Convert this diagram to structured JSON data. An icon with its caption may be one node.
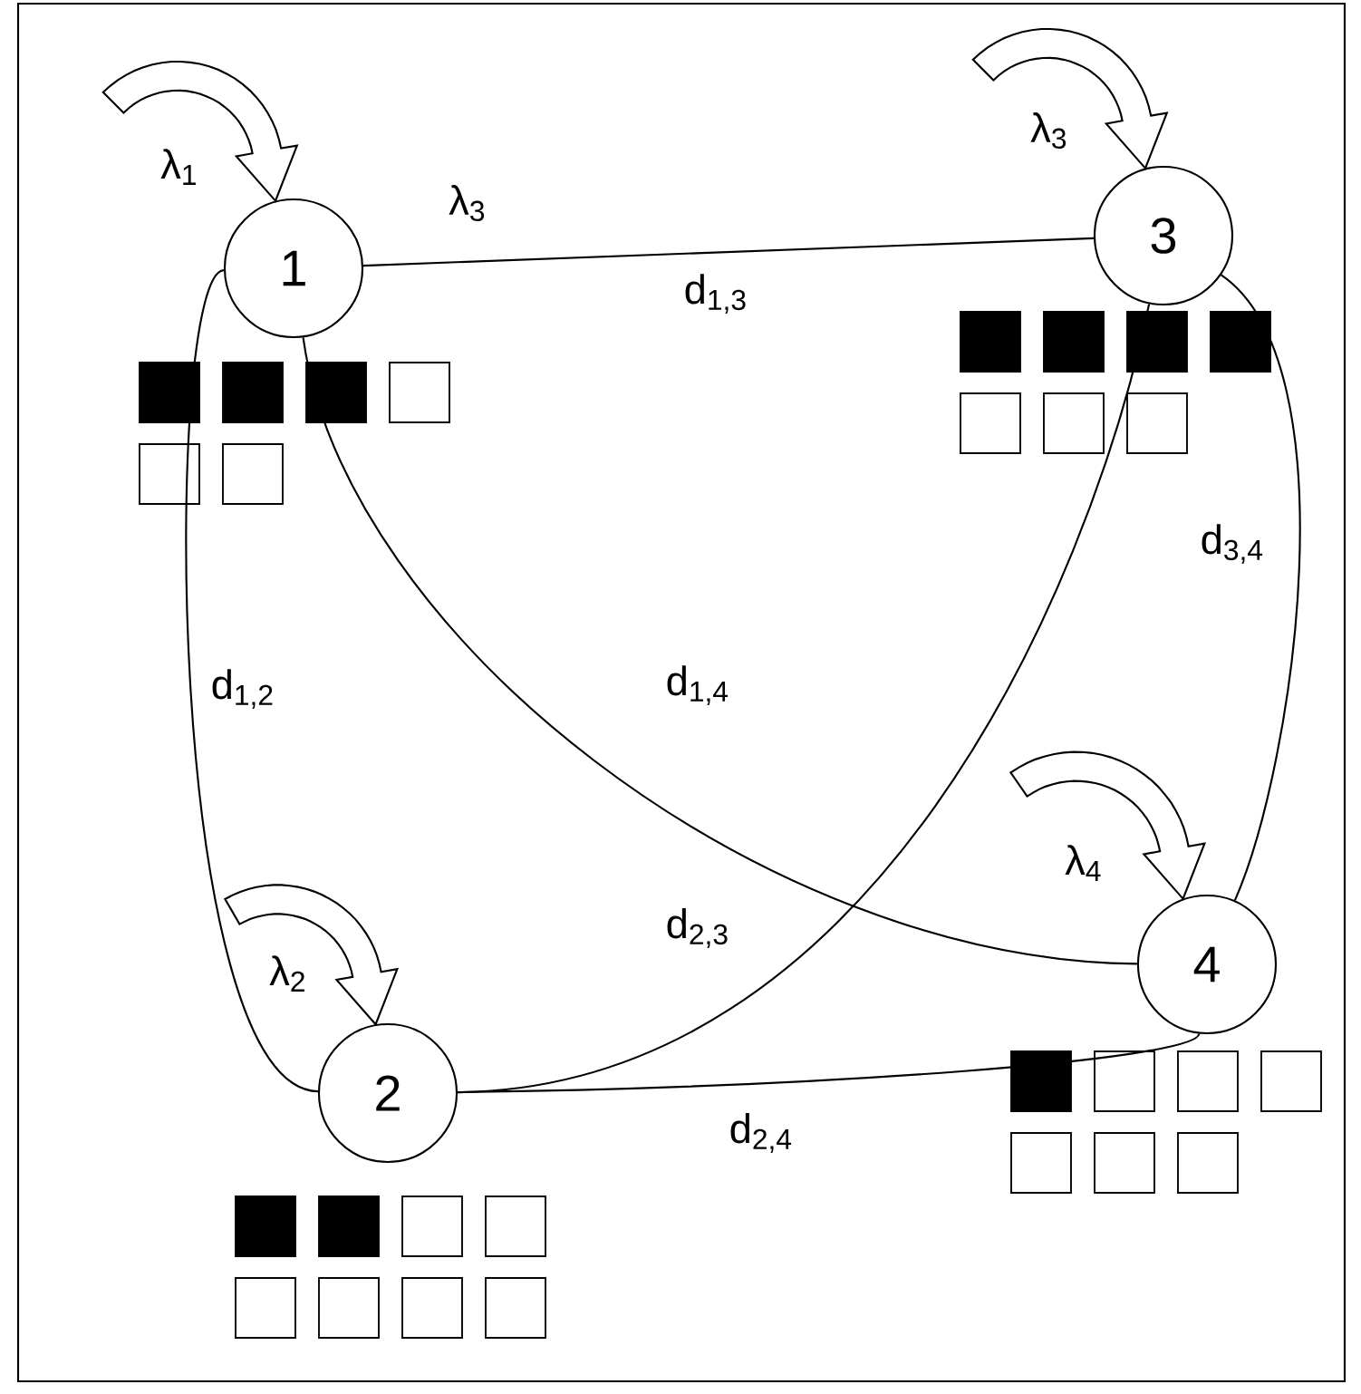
{
  "diagram": {
    "nodes": [
      {
        "text": [
          "1"
        ]
      },
      {
        "text": [
          "2"
        ]
      },
      {
        "text": [
          "3"
        ]
      },
      {
        "text": [
          "4"
        ]
      }
    ],
    "edges": [
      {
        "from": 0,
        "to": 2,
        "arrow": "none",
        "label": "d$_{1,3}$"
      },
      {
        "from": 0,
        "to": 1,
        "arrow": "none",
        "label": "d$_{1,2}$"
      },
      {
        "from": 0,
        "to": 3,
        "arrow": "none",
        "label": "d$_{1,4}$"
      },
      {
        "from": 1,
        "to": 2,
        "arrow": "none",
        "label": "d$_{2,3}$"
      },
      {
        "from": 1,
        "to": 3,
        "arrow": "none",
        "label": "d$_{2,4}$"
      },
      {
        "from": 2,
        "to": 3,
        "arrow": "none",
        "label": "d$_{3,4}$"
      },
      {
        "from": null,
        "to": 0,
        "arrow": "to",
        "label": "λ$_{1}$"
      },
      {
        "from": null,
        "to": 1,
        "arrow": "to",
        "label": "λ$_{2}$"
      },
      {
        "from": null,
        "to": 2,
        "arrow": "to",
        "label": "λ$_{3}$"
      },
      {
        "from": null,
        "to": 3,
        "arrow": "to",
        "label": "λ$_{4}$"
      }
    ],
    "labels": [
      "λ$_{3}$"
    ]
  }
}
